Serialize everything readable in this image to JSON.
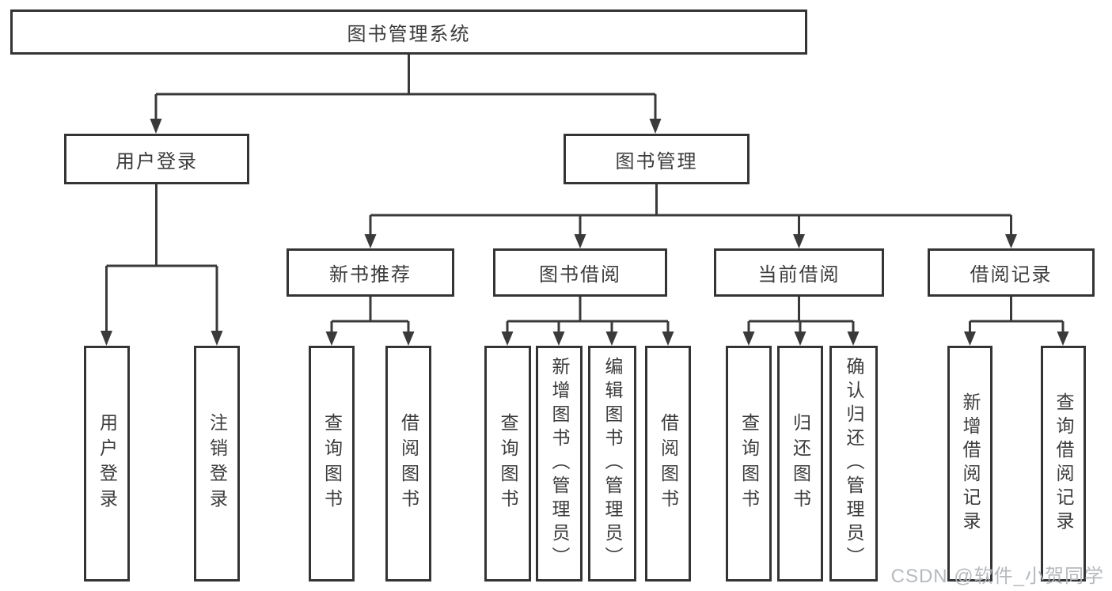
{
  "diagram": {
    "type": "hierarchy-tree",
    "tree": {
      "root": {
        "label": "图书管理系统",
        "children": [
          {
            "label": "用户登录",
            "children": [
              {
                "label": "用户登录"
              },
              {
                "label": "注销登录"
              }
            ]
          },
          {
            "label": "图书管理",
            "children": [
              {
                "label": "新书推荐",
                "children": [
                  {
                    "label": "查询图书"
                  },
                  {
                    "label": "借阅图书"
                  }
                ]
              },
              {
                "label": "图书借阅",
                "children": [
                  {
                    "label": "查询图书"
                  },
                  {
                    "label": "新增图书（管理员）"
                  },
                  {
                    "label": "编辑图书（管理员）"
                  },
                  {
                    "label": "借阅图书"
                  }
                ]
              },
              {
                "label": "当前借阅",
                "children": [
                  {
                    "label": "查询图书"
                  },
                  {
                    "label": "归还图书"
                  },
                  {
                    "label": "确认归还（管理员）"
                  }
                ]
              },
              {
                "label": "借阅记录",
                "children": [
                  {
                    "label": "新增借阅记录"
                  },
                  {
                    "label": "查询借阅记录"
                  }
                ]
              }
            ]
          }
        ]
      }
    },
    "colors": {
      "line": "#3a3a3a",
      "border": "#343434",
      "text": "#3c3c3c",
      "background": "#ffffff",
      "watermark_text_color": "#b2b6ba"
    }
  },
  "watermark": {
    "text": "CSDN @软件_小贺同学"
  }
}
